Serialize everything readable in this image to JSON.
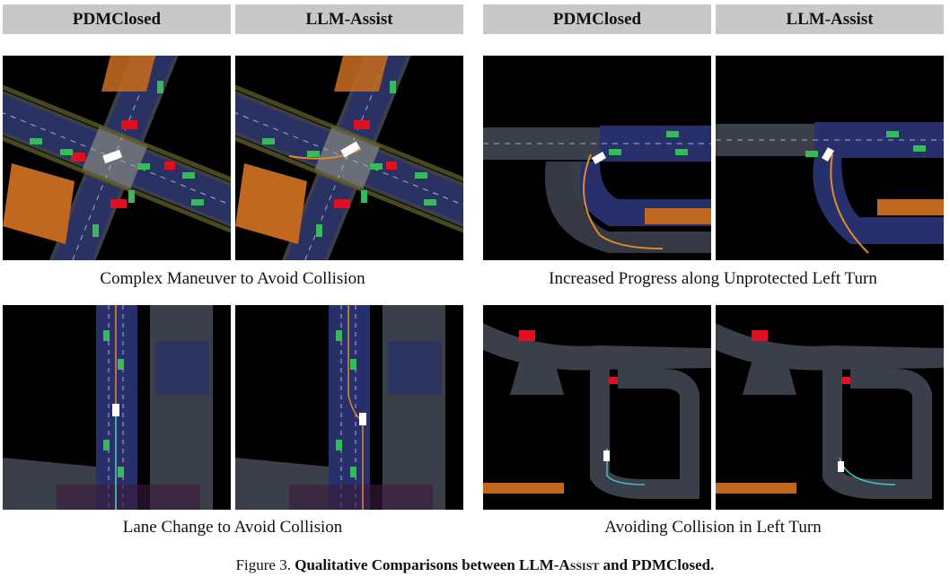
{
  "headers": [
    "PDMClosed",
    "LLM-Assist",
    "PDMClosed",
    "LLM-Assist"
  ],
  "captions": [
    "Complex Maneuver to Avoid Collision",
    "Increased Progress along Unprotected Left Turn",
    "Lane Change to Avoid Collision",
    "Avoiding Collision in Left Turn"
  ],
  "figure": {
    "label": "Figure 3.",
    "title_part1": "Qualitative Comparisons between LLM-A",
    "title_sc": "ssist",
    "title_part2": " and PDMClosed."
  }
}
